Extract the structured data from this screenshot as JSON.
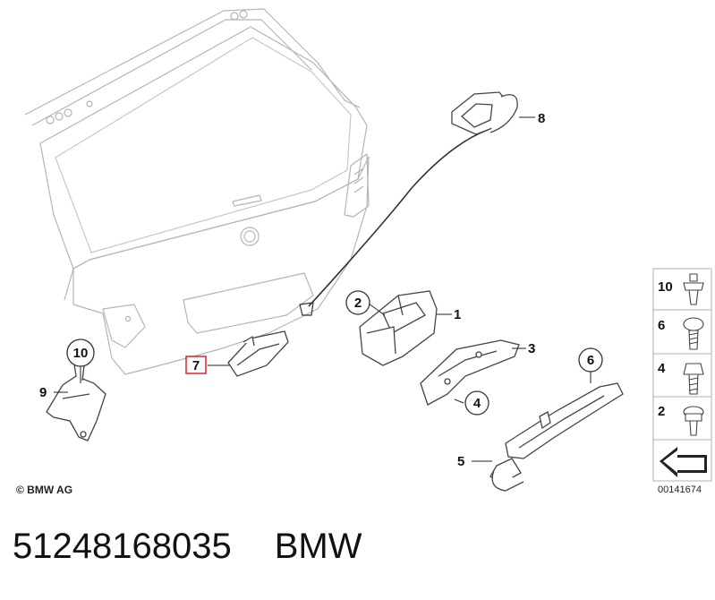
{
  "callouts": [
    "1",
    "2",
    "3",
    "4",
    "5",
    "6",
    "7",
    "8",
    "9",
    "10"
  ],
  "sidebar": {
    "items": [
      {
        "number": "10",
        "icon": "push-rivet-icon"
      },
      {
        "number": "6",
        "icon": "hex-screw-icon"
      },
      {
        "number": "4",
        "icon": "collar-screw-icon"
      },
      {
        "number": "2",
        "icon": "washer-screw-icon"
      }
    ],
    "arrow_icon": "direction-arrow-icon"
  },
  "copyright": "© BMW AG",
  "drawing_number": "00141674",
  "footer": {
    "part_number": "51248168035",
    "brand": "BMW"
  },
  "colors": {
    "line": "#555555",
    "highlight": "#e0202c",
    "sidebar_border": "#b0b0b0"
  }
}
